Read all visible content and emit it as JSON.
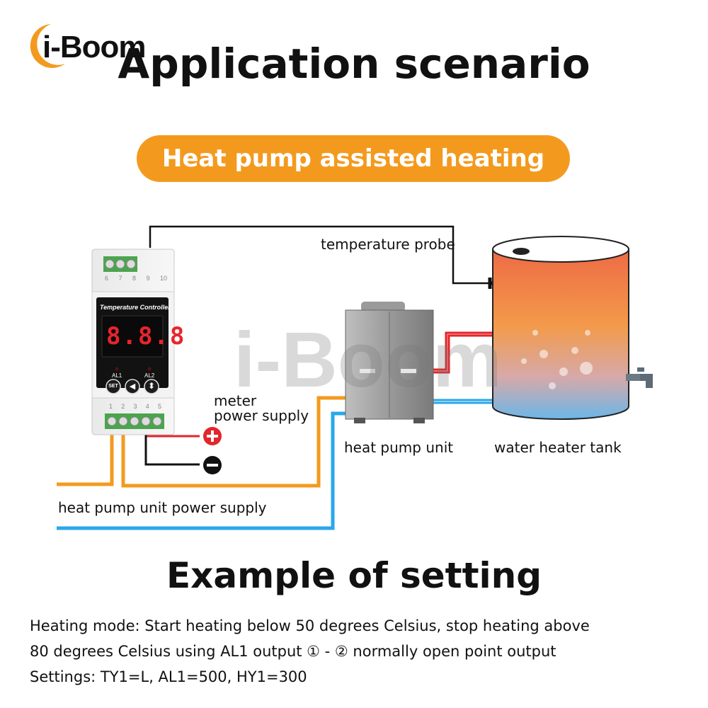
{
  "brand": {
    "logo_text": "i-Boom",
    "watermark_text": "i-Boom"
  },
  "header": {
    "title": "Application scenario"
  },
  "banner": {
    "label": "Heat pump assisted heating"
  },
  "diagram": {
    "controller": {
      "title": "Temperature  Controller",
      "display": "8.8.8",
      "indicator_labels": [
        "AL1",
        "AL2"
      ],
      "buttons": [
        "SET",
        "◀",
        "⬍"
      ],
      "top_terminal_numbers": [
        "6",
        "7",
        "8",
        "9",
        "10"
      ],
      "bottom_terminal_numbers": [
        "1",
        "2",
        "3",
        "4",
        "5"
      ]
    },
    "labels": {
      "temperature_probe": "temperature probe",
      "meter": "meter",
      "power_supply": "power supply",
      "heat_pump_unit": "heat pump unit",
      "water_heater_tank": "water heater tank",
      "heat_pump_power": "heat pump unit power supply"
    },
    "symbols": {
      "plus": "+",
      "minus": "−"
    },
    "colors": {
      "orange": "#f39a1e",
      "blue": "#2aa7ea",
      "red": "#e2262b",
      "black": "#111111"
    }
  },
  "example": {
    "title": "Example of setting",
    "line1": "Heating mode: Start heating below 50 degrees Celsius, stop heating above",
    "line2": "80 degrees Celsius using AL1 output ① - ② normally open point output",
    "line3": "Settings: TY1=L, AL1=500, HY1=300"
  }
}
